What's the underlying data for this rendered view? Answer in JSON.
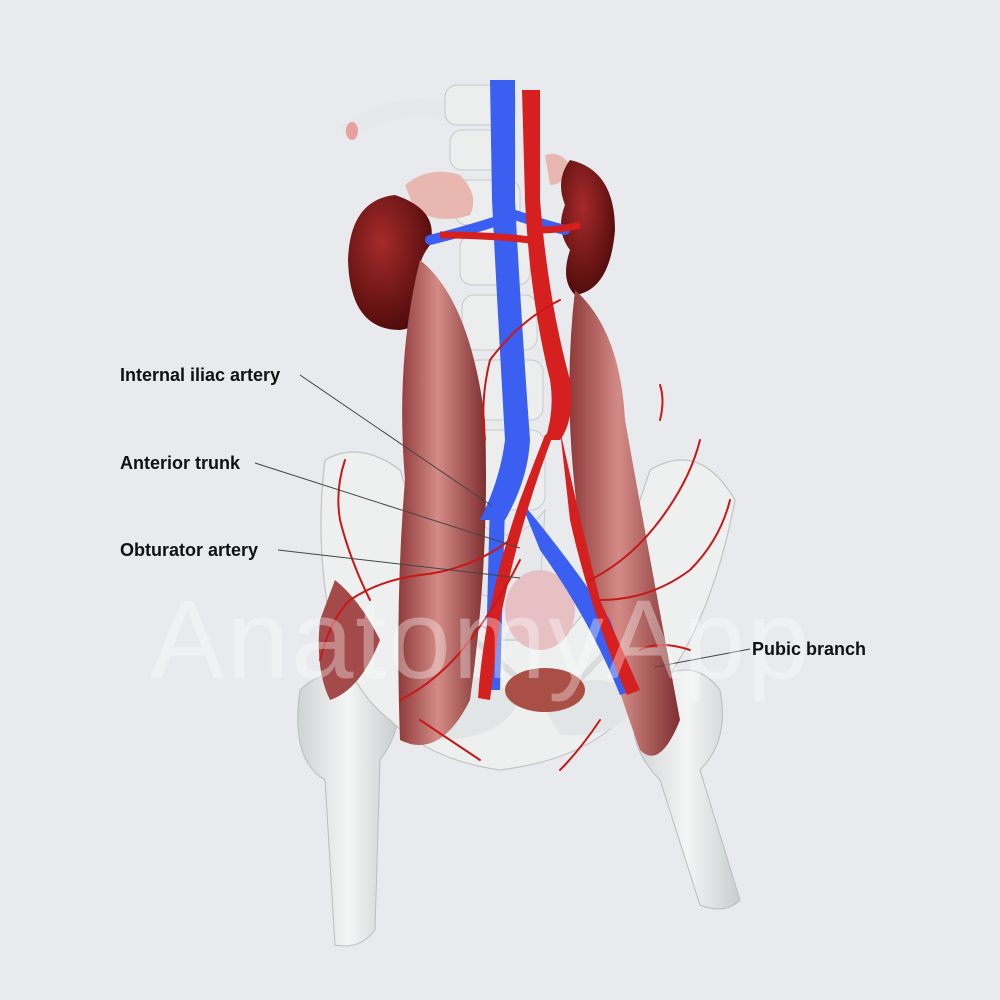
{
  "labels": {
    "internal_iliac_artery": "Internal iliac artery",
    "anterior_trunk": "Anterior trunk",
    "obturator_artery": "Obturator artery",
    "pubic_branch": "Pubic branch"
  },
  "watermark": "AnatomyApp",
  "colors": {
    "background": "#e9eaee",
    "artery": "#d61f1f",
    "vein": "#3b5ff0",
    "bone": "#eceeee",
    "muscle": "#b35555",
    "kidney": "#6e1010",
    "leader_line": "#444444"
  }
}
